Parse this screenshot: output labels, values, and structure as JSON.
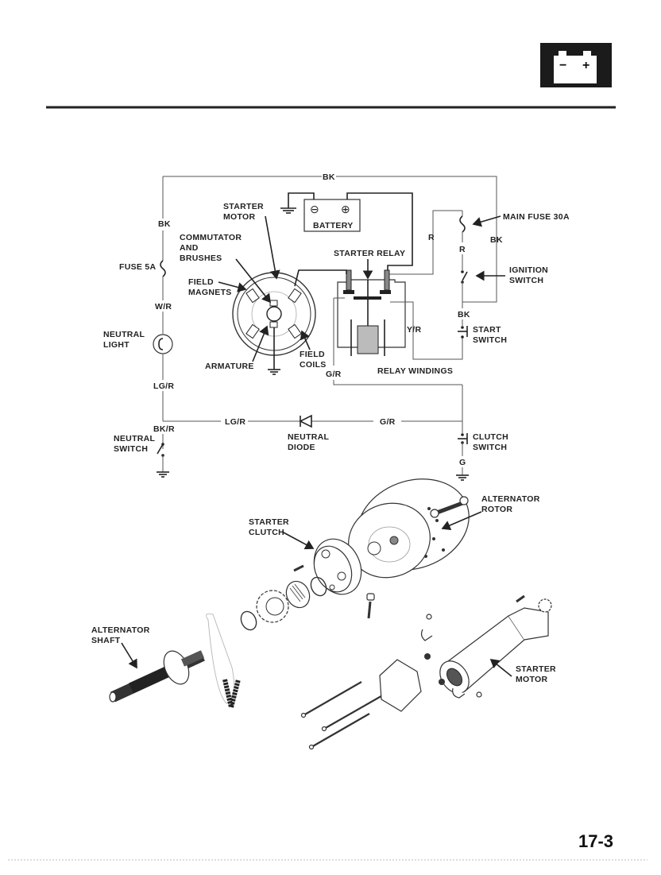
{
  "header": {
    "section_icon": "battery-icon",
    "icon_minus": "−",
    "icon_plus": "+"
  },
  "wiring_diagram": {
    "wire_colors": {
      "top_bk": "BK",
      "left_bk": "BK",
      "w_r": "W/R",
      "lg_r_vertical": "LG/R",
      "bk_r": "BK/R",
      "lg_r_horizontal": "LG/R",
      "g_r_horizontal": "G/R",
      "g_r_relay": "G/R",
      "y_r": "Y/R",
      "r_left": "R",
      "r_right": "R",
      "bk_right": "BK",
      "bk_start": "BK",
      "g_clutch": "G"
    },
    "labels": {
      "starter_motor": [
        "STARTER",
        "MOTOR"
      ],
      "commutator": [
        "COMMUTATOR",
        "AND",
        "BRUSHES"
      ],
      "fuse_5a": "FUSE 5A",
      "field_magnets": [
        "FIELD",
        "MAGNETS"
      ],
      "neutral_light": [
        "NEUTRAL",
        "LIGHT"
      ],
      "armature": "ARMATURE",
      "field_coils": [
        "FIELD",
        "COILS"
      ],
      "battery": "BATTERY",
      "battery_neg": "⊖",
      "battery_pos": "⊕",
      "starter_relay": "STARTER RELAY",
      "relay_windings": "RELAY WINDINGS",
      "main_fuse": "MAIN FUSE 30A",
      "ignition_switch": [
        "IGNITION",
        "SWITCH"
      ],
      "start_switch": [
        "START",
        "SWITCH"
      ],
      "neutral_switch": [
        "NEUTRAL",
        "SWITCH"
      ],
      "neutral_diode": [
        "NEUTRAL",
        "DIODE"
      ],
      "clutch_switch": [
        "CLUTCH",
        "SWITCH"
      ]
    }
  },
  "exploded_view": {
    "labels": {
      "starter_clutch": [
        "STARTER",
        "CLUTCH"
      ],
      "alternator_rotor": [
        "ALTERNATOR",
        "ROTOR"
      ],
      "alternator_shaft": [
        "ALTERNATOR",
        "SHAFT"
      ],
      "starter_motor": [
        "STARTER",
        "MOTOR"
      ]
    }
  },
  "footer": {
    "page_number": "17-3"
  }
}
